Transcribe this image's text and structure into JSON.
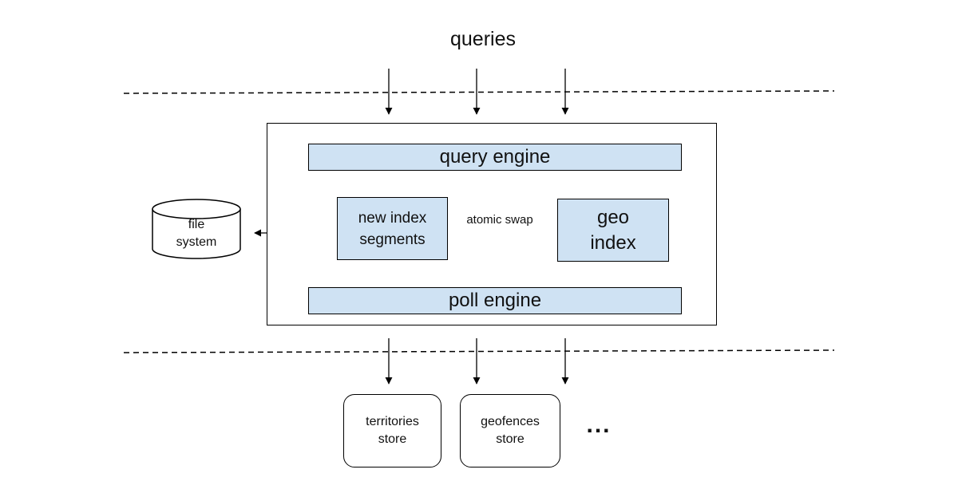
{
  "diagram": {
    "queries_label": "queries",
    "query_engine_label": "query engine",
    "poll_engine_label": "poll engine",
    "new_index_lines": [
      "new index",
      "segments"
    ],
    "geo_index_lines": [
      "geo",
      "index"
    ],
    "atomic_swap_label": "atomic swap",
    "file_system_lines": [
      "file",
      "system"
    ],
    "territories_store_lines": [
      "territories",
      "store"
    ],
    "geofences_store_lines": [
      "geofences",
      "store"
    ],
    "ellipsis": "...",
    "colors": {
      "box_fill": "#cfe2f3",
      "stroke": "#000000",
      "background": "#ffffff"
    }
  }
}
